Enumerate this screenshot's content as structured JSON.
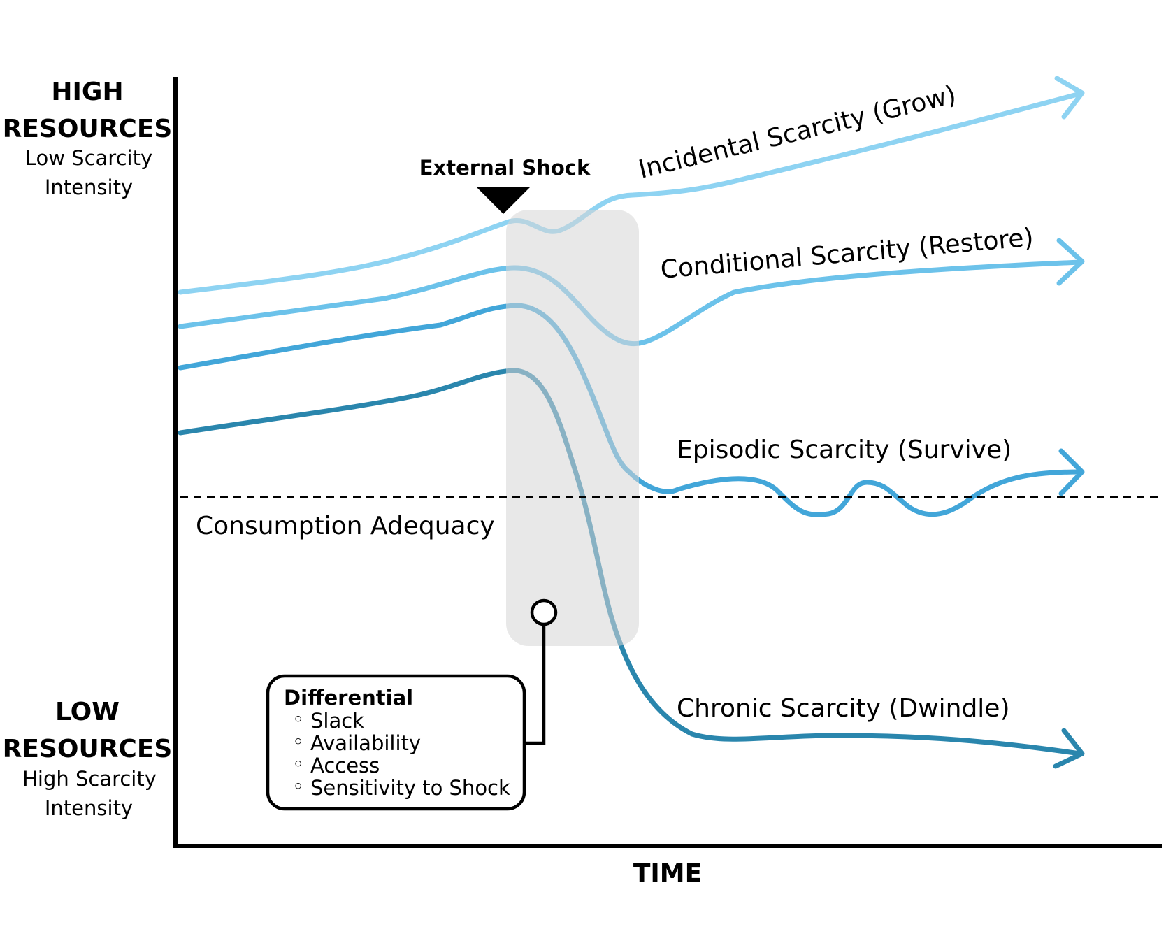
{
  "y_axis": {
    "top": {
      "title_line1": "HIGH",
      "title_line2": "RESOURCES",
      "sub_line1": "Low Scarcity",
      "sub_line2": "Intensity"
    },
    "bottom": {
      "title_line1": "LOW",
      "title_line2": "RESOURCES",
      "sub_line1": "High Scarcity",
      "sub_line2": "Intensity"
    }
  },
  "x_axis": {
    "label": "TIME"
  },
  "shock": {
    "label": "External Shock"
  },
  "threshold": {
    "label": "Consumption Adequacy"
  },
  "curves": [
    {
      "id": "incidental",
      "label": "Incidental Scarcity (Grow)",
      "color": "#8ed3f2"
    },
    {
      "id": "conditional",
      "label": "Conditional Scarcity (Restore)",
      "color": "#6cc2ea"
    },
    {
      "id": "episodic",
      "label": "Episodic Scarcity (Survive)",
      "color": "#42a6d9"
    },
    {
      "id": "chronic",
      "label": "Chronic Scarcity (Dwindle)",
      "color": "#2a86ad"
    }
  ],
  "differential": {
    "title": "Differential",
    "items": [
      "Slack",
      "Availability",
      "Access",
      "Sensitivity to Shock"
    ]
  }
}
